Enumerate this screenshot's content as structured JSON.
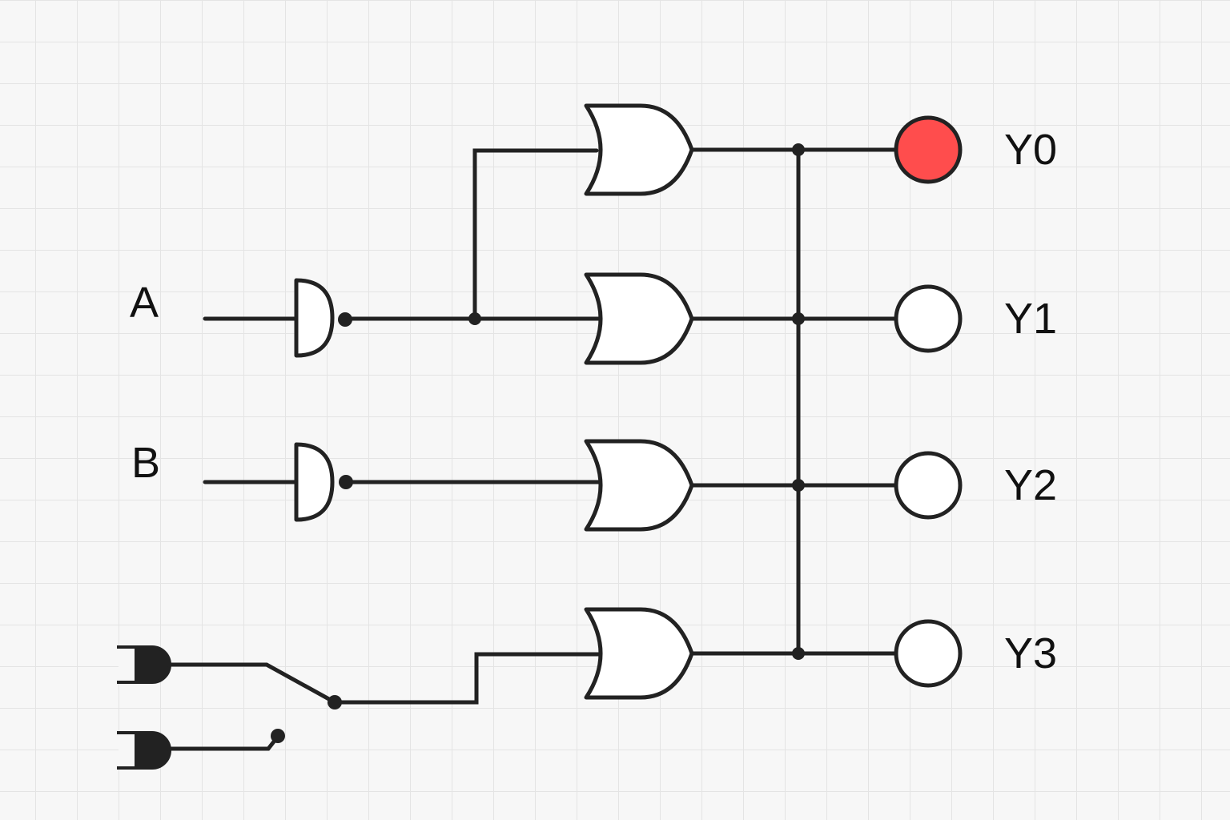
{
  "inputs": {
    "a_label": "A",
    "b_label": "B"
  },
  "outputs": [
    {
      "label": "Y0",
      "state": "on"
    },
    {
      "label": "Y1",
      "state": "off"
    },
    {
      "label": "Y2",
      "state": "off"
    },
    {
      "label": "Y3",
      "state": "off"
    }
  ],
  "colors": {
    "led_on": "#ff4d4d",
    "led_off": "#ffffff",
    "wire": "#222222",
    "background": "#f7f7f7",
    "grid": "#e4e4e4"
  },
  "icons": {
    "input_gates": "and-gate-with-inverted-output",
    "output_gates": "or-gate",
    "power_sources": "filled-half-circle-connector",
    "switch": "spdt-switch"
  }
}
